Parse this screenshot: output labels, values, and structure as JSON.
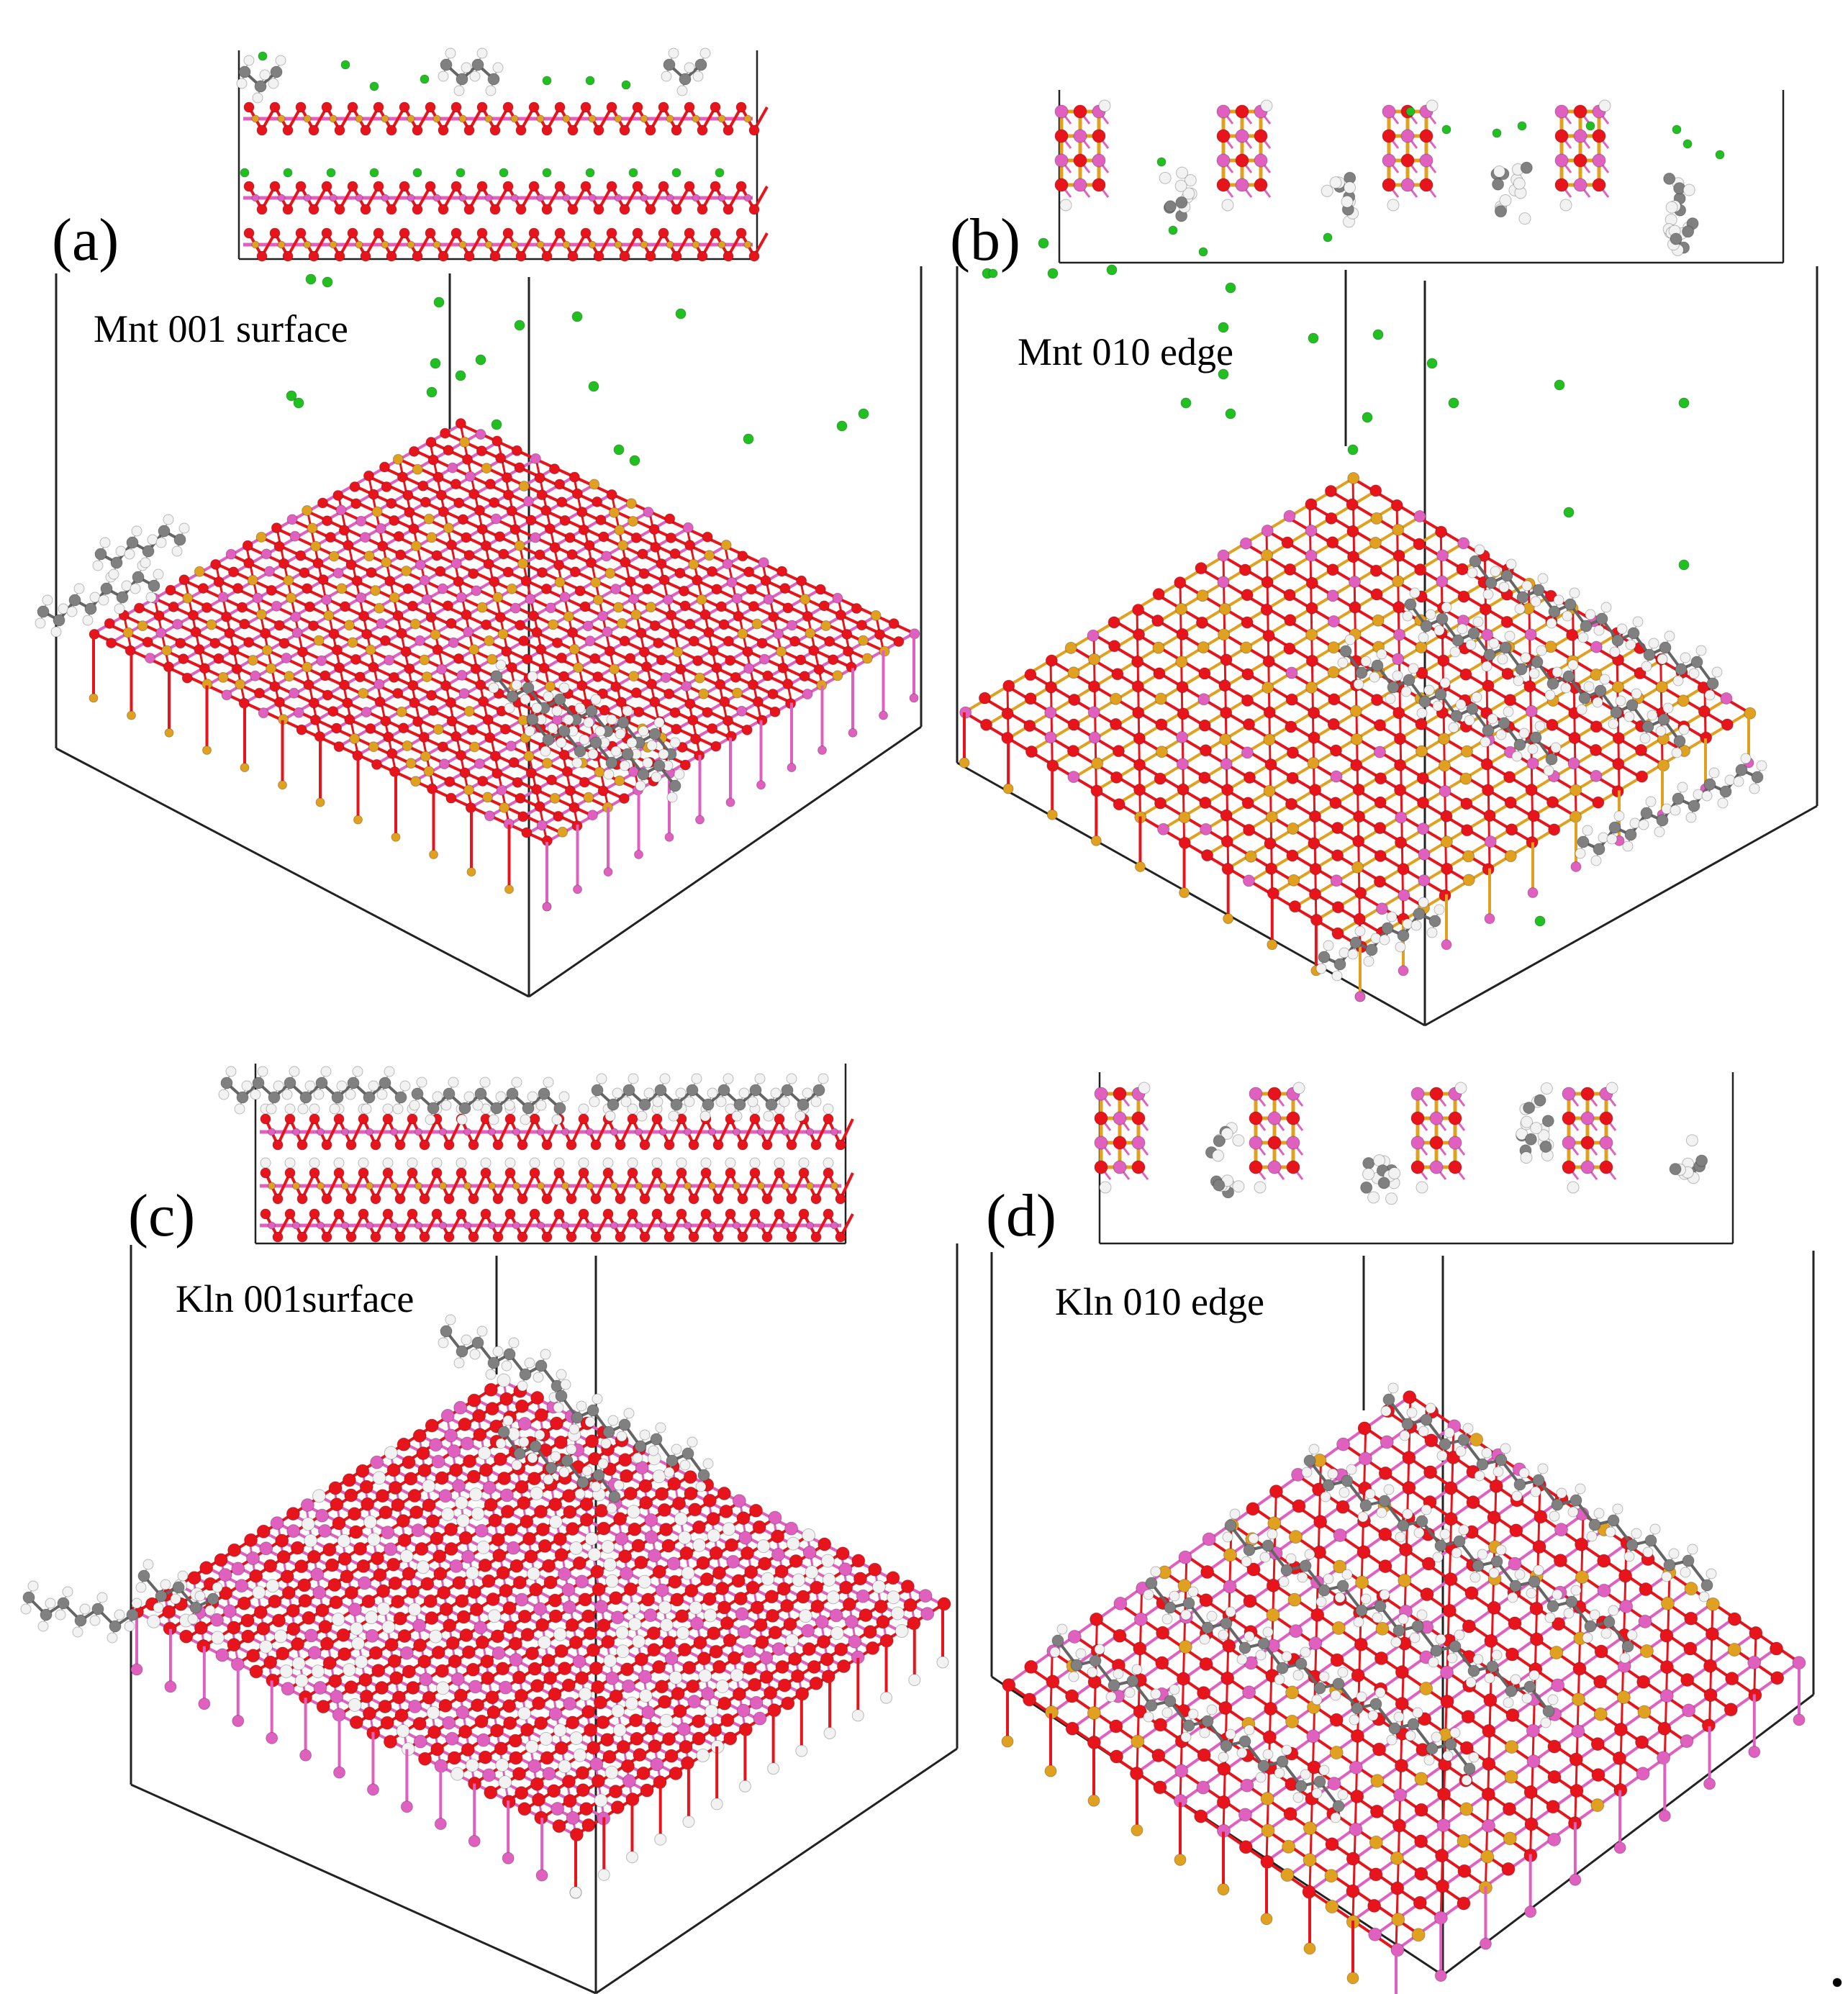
{
  "panels": [
    {
      "label": "(a)",
      "title": "Mnt 001 surface"
    },
    {
      "label": "(b)",
      "title": "Mnt 010 edge"
    },
    {
      "label": "(c)",
      "title": "Kln 001surface"
    },
    {
      "label": "(d)",
      "title": "Kln 010 edge"
    }
  ],
  "atom_colors": {
    "oxygen": "#e8141c",
    "silicon": "#e0a020",
    "aluminum": "#e060c0",
    "carbon": "#808080",
    "hydrogen": "#f2f2f2",
    "cation": "#20c020"
  }
}
